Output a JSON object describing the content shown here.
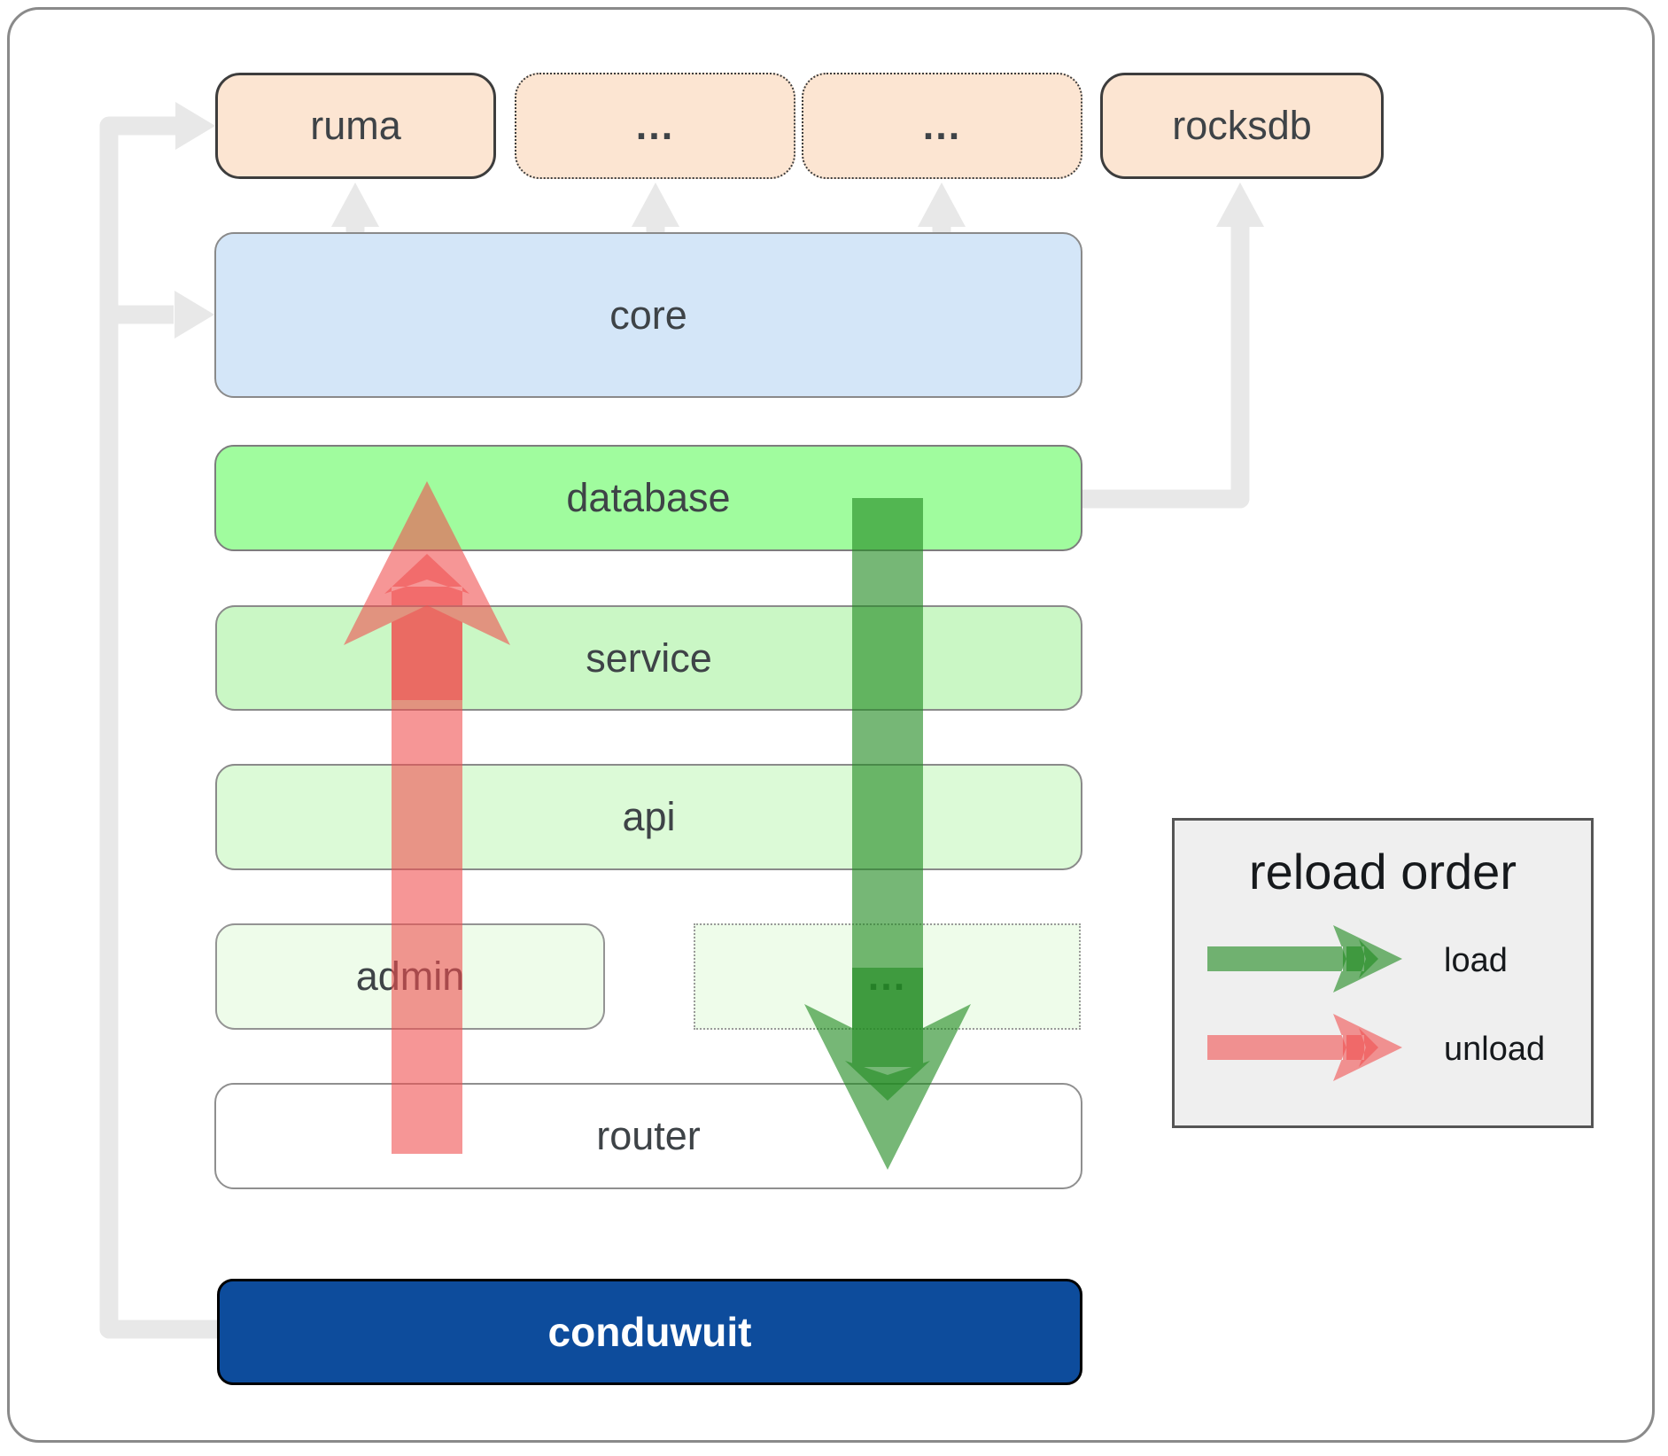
{
  "diagram": {
    "top_row": [
      {
        "label": "ruma"
      },
      {
        "label": "..."
      },
      {
        "label": "..."
      },
      {
        "label": "rocksdb"
      }
    ],
    "layers": {
      "core": "core",
      "database": "database",
      "service": "service",
      "api": "api",
      "admin": "admin",
      "admin_more": "...",
      "router": "router",
      "app": "conduwuit"
    }
  },
  "legend": {
    "title": "reload order",
    "load_label": "load",
    "unload_label": "unload"
  },
  "colors": {
    "peach": "#fce5d2",
    "core-blue": "#d4e6f8",
    "db-green": "#a0fc9e",
    "service-green": "#caf7c5",
    "api-green": "#dcfad7",
    "faint-green": "#eefcea",
    "app-blue": "#0d4c9c",
    "load-green": "#228b22",
    "unload-red": "#f05050",
    "connector-gray": "#e8e8e8",
    "legend-bg": "#efefef"
  }
}
